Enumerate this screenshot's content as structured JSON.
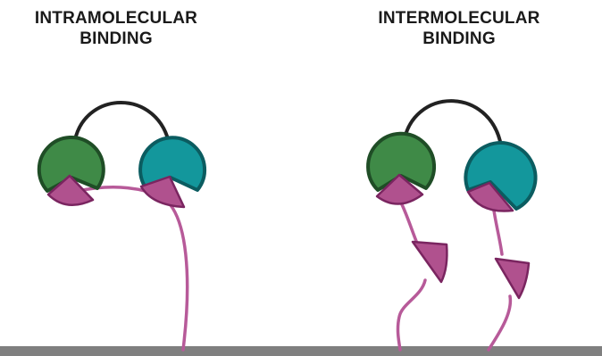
{
  "panels": {
    "left": {
      "title_line1": "INTRAMOLECULAR",
      "title_line2": "BINDING"
    },
    "right": {
      "title_line1": "INTERMOLECULAR",
      "title_line2": "BINDING"
    }
  },
  "colors": {
    "green_domain_fill": "#3f8a47",
    "green_domain_stroke": "#1f4d26",
    "teal_domain_fill": "#13979c",
    "teal_domain_stroke": "#0b5c60",
    "ligand_fill": "#b0518e",
    "ligand_stroke": "#7a2560",
    "tether_line": "#b75a99",
    "linker_line": "#222222",
    "surface": "#7f7f7f"
  },
  "icons": {
    "green_domain": "green-circle-domain-icon",
    "teal_domain": "teal-circle-domain-icon",
    "ligand": "magenta-wedge-ligand-icon",
    "surface": "gray-surface-bar"
  }
}
